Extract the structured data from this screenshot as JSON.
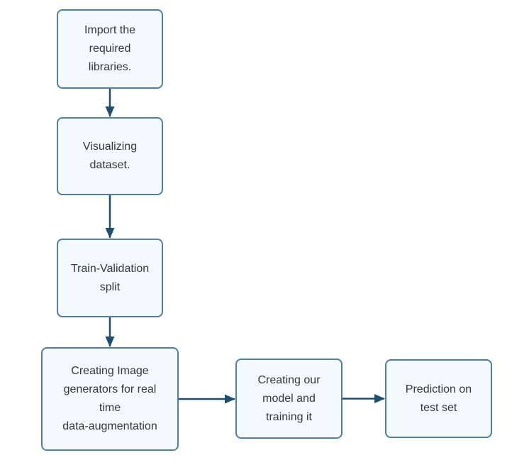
{
  "diagram": {
    "title": "Model building workflow flowchart",
    "colors": {
      "background": "#ffffff",
      "box_fill": "#f4f9fd",
      "box_border": "#4e7fa5",
      "arrow": "#1f4e6e",
      "text": "#32383d"
    },
    "nodes": [
      {
        "id": "import",
        "label": "Import the\nrequired\nlibraries."
      },
      {
        "id": "visualize",
        "label": "Visualizing\ndataset."
      },
      {
        "id": "split",
        "label": "Train-Validation\nsplit"
      },
      {
        "id": "augment",
        "label": "Creating Image\ngenerators for real\ntime\ndata-augmentation"
      },
      {
        "id": "model",
        "label": "Creating our\nmodel and\ntraining it"
      },
      {
        "id": "predict",
        "label": "Prediction on\ntest set"
      }
    ],
    "edges": [
      {
        "from": "import",
        "to": "visualize",
        "dir": "down"
      },
      {
        "from": "visualize",
        "to": "split",
        "dir": "down"
      },
      {
        "from": "split",
        "to": "augment",
        "dir": "down"
      },
      {
        "from": "augment",
        "to": "model",
        "dir": "right"
      },
      {
        "from": "model",
        "to": "predict",
        "dir": "right"
      }
    ]
  }
}
